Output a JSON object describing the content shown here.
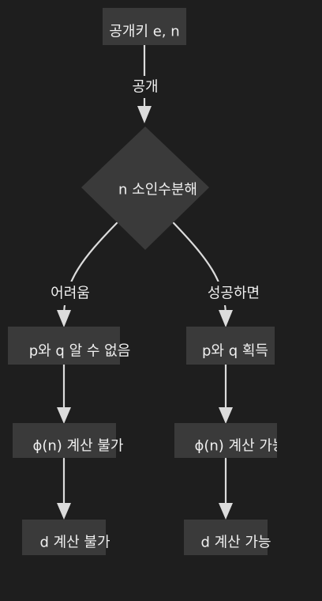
{
  "diagram": {
    "nodes": {
      "public_key": "공개키 e, n",
      "factorize": "n 소인수분해",
      "unknown_pq": "p와 q 알 수 없음",
      "obtain_pq": "p와 q 획득",
      "phi_impossible": "ϕ(n) 계산 불가",
      "phi_possible": "ϕ(n) 계산 가능",
      "d_impossible": "d 계산 불가",
      "d_possible": "d 계산 가능"
    },
    "edges": {
      "public": "공개",
      "hard": "어려움",
      "success": "성공하면"
    }
  }
}
